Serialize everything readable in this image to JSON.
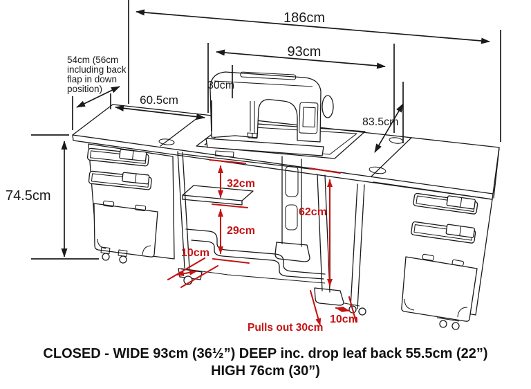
{
  "colors": {
    "line": "#1a1a1a",
    "dimension_red": "#c41414",
    "background": "#ffffff"
  },
  "diagram": {
    "subject": "sewing-machine-cabinet-dimension-drawing",
    "labels": {
      "overall_width": "186cm",
      "top_width": "93cm",
      "machine_height": "30cm",
      "leaf_depth_line1": "54cm (56cm",
      "leaf_depth_line2": "including back",
      "leaf_depth_line3": "flap in down",
      "leaf_depth_line4": "position)",
      "left_leaf_width": "60.5cm",
      "right_top_width": "83.5cm",
      "cabinet_height": "74.5cm",
      "upper_opening": "32cm",
      "lower_opening": "29cm",
      "opening_height": "62cm",
      "left_clearance": "10cm",
      "right_clearance": "10cm",
      "pull_out": "Pulls out 30cm"
    },
    "caption": {
      "line1": "CLOSED - WIDE 93cm (36½”) DEEP inc. drop leaf back 55.5cm (22”)",
      "line2": "HIGH 76cm (30”)"
    }
  }
}
